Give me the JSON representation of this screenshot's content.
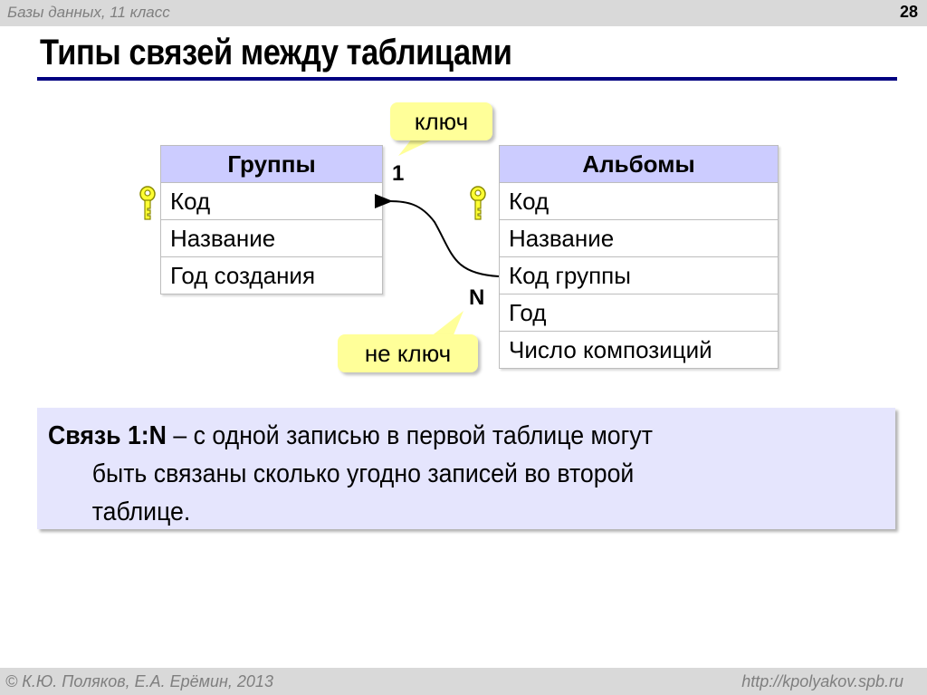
{
  "header": {
    "course": "Базы данных, 11 класс",
    "page_number": "28"
  },
  "slide": {
    "title": "Типы связей между таблицами"
  },
  "diagram": {
    "table_groups": {
      "name": "Группы",
      "fields": [
        "Код",
        "Название",
        "Год создания"
      ],
      "key_field": "Код"
    },
    "table_albums": {
      "name": "Альбомы",
      "fields": [
        "Код",
        "Название",
        "Код группы",
        "Год",
        "Число композиций"
      ],
      "key_field": "Код"
    },
    "relation": {
      "from": "Альбомы.Код группы",
      "to": "Группы.Код",
      "one_label": "1",
      "many_label": "N"
    },
    "callouts": {
      "key": "ключ",
      "not_key": "не ключ"
    },
    "colors": {
      "table_header": "#ccccff",
      "callout": "#ffff99",
      "note_bg": "#e5e5fd",
      "title_rule": "#000080"
    }
  },
  "note": {
    "lead": "Связь 1:N",
    "rest_line1": " – с одной записью в первой таблице могут",
    "line2": "быть связаны сколько угодно записей во второй",
    "line3": "таблице."
  },
  "footer": {
    "copyright": "© К.Ю. Поляков, Е.А. Ерёмин, 2013",
    "url": "http://kpolyakov.spb.ru"
  }
}
